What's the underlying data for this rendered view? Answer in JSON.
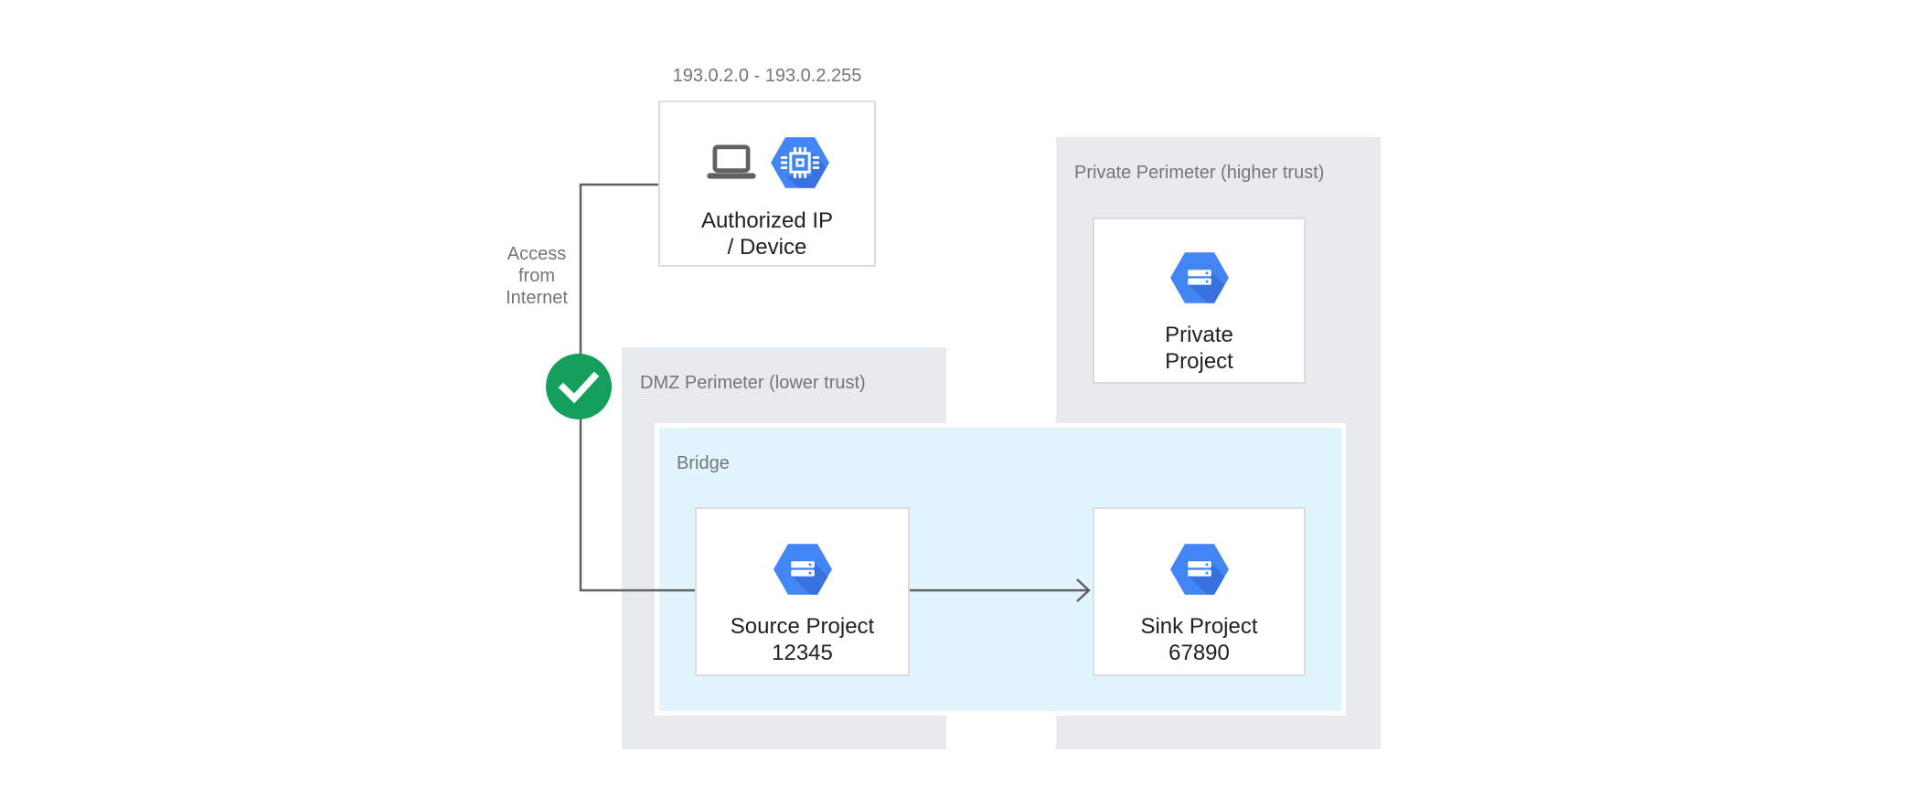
{
  "diagram": {
    "ip_range": "193.0.2.0 - 193.0.2.255",
    "authorized_device": {
      "line1": "Authorized IP",
      "line2": "/ Device"
    },
    "access": {
      "line1": "Access",
      "line2": "from",
      "line3": "Internet"
    },
    "dmz_perimeter": {
      "label": "DMZ Perimeter (lower trust)"
    },
    "bridge": {
      "label": "Bridge"
    },
    "source_project": {
      "name": "Source Project",
      "id": "12345"
    },
    "sink_project": {
      "name": "Sink Project",
      "id": "67890"
    },
    "private_perimeter": {
      "label": "Private Perimeter (higher trust)"
    },
    "private_project": {
      "line1": "Private",
      "line2": "Project"
    }
  },
  "icons": {
    "laptop": "laptop-icon",
    "compute_engine": "compute-engine-hexagon-icon",
    "project": "project-hexagon-icon",
    "check": "check-icon",
    "arrow": "arrow-right-connector"
  },
  "colors": {
    "perimeter_fill": "#E8EBEE",
    "bridge_fill": "#E1F5FE",
    "bridge_border": "#FFFFFF",
    "node_fill": "#FFFFFF",
    "node_border": "#DADCE0",
    "hexagon_blue": "#4285F4",
    "hexagon_shade": "#3972E0",
    "check_green": "#14A05C",
    "connector_gray": "#616161",
    "label_gray": "#757575",
    "title_dark": "#212121"
  }
}
